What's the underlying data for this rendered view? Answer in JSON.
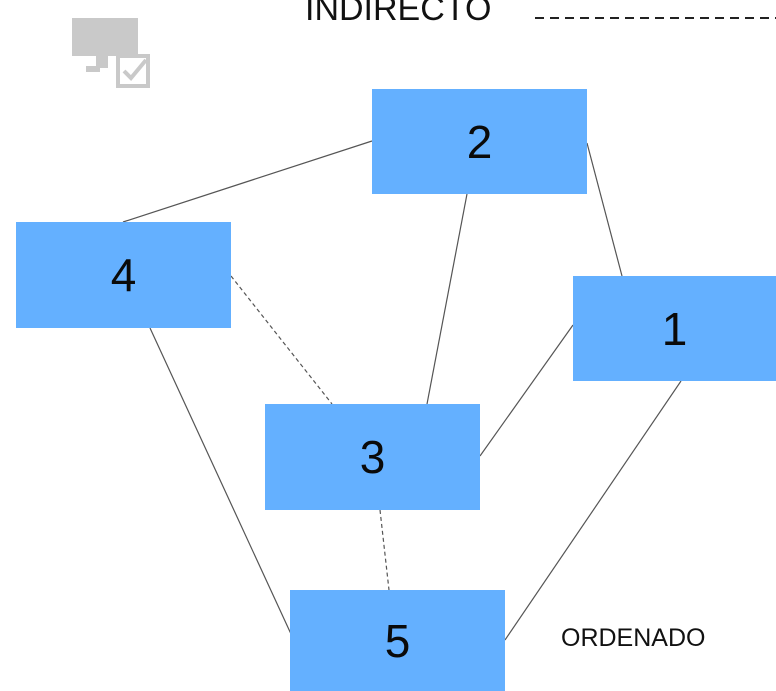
{
  "diagram": {
    "title": "INDIRECTO",
    "footer_label": "ORDENADO",
    "node_color": "#64b0ff",
    "line_color": "#555555",
    "logo_icon": "screen-checkbox-icon",
    "nodes": [
      {
        "id": "2",
        "label": "2"
      },
      {
        "id": "4",
        "label": "4"
      },
      {
        "id": "1",
        "label": "1"
      },
      {
        "id": "3",
        "label": "3"
      },
      {
        "id": "5",
        "label": "5"
      }
    ],
    "edges": [
      {
        "from": "2",
        "to": "4",
        "style": "solid"
      },
      {
        "from": "2",
        "to": "3",
        "style": "solid"
      },
      {
        "from": "2",
        "to": "1",
        "style": "solid"
      },
      {
        "from": "4",
        "to": "3",
        "style": "dashed"
      },
      {
        "from": "4",
        "to": "5",
        "style": "solid"
      },
      {
        "from": "1",
        "to": "3",
        "style": "solid"
      },
      {
        "from": "1",
        "to": "5",
        "style": "solid"
      },
      {
        "from": "3",
        "to": "5",
        "style": "dashed"
      }
    ]
  }
}
